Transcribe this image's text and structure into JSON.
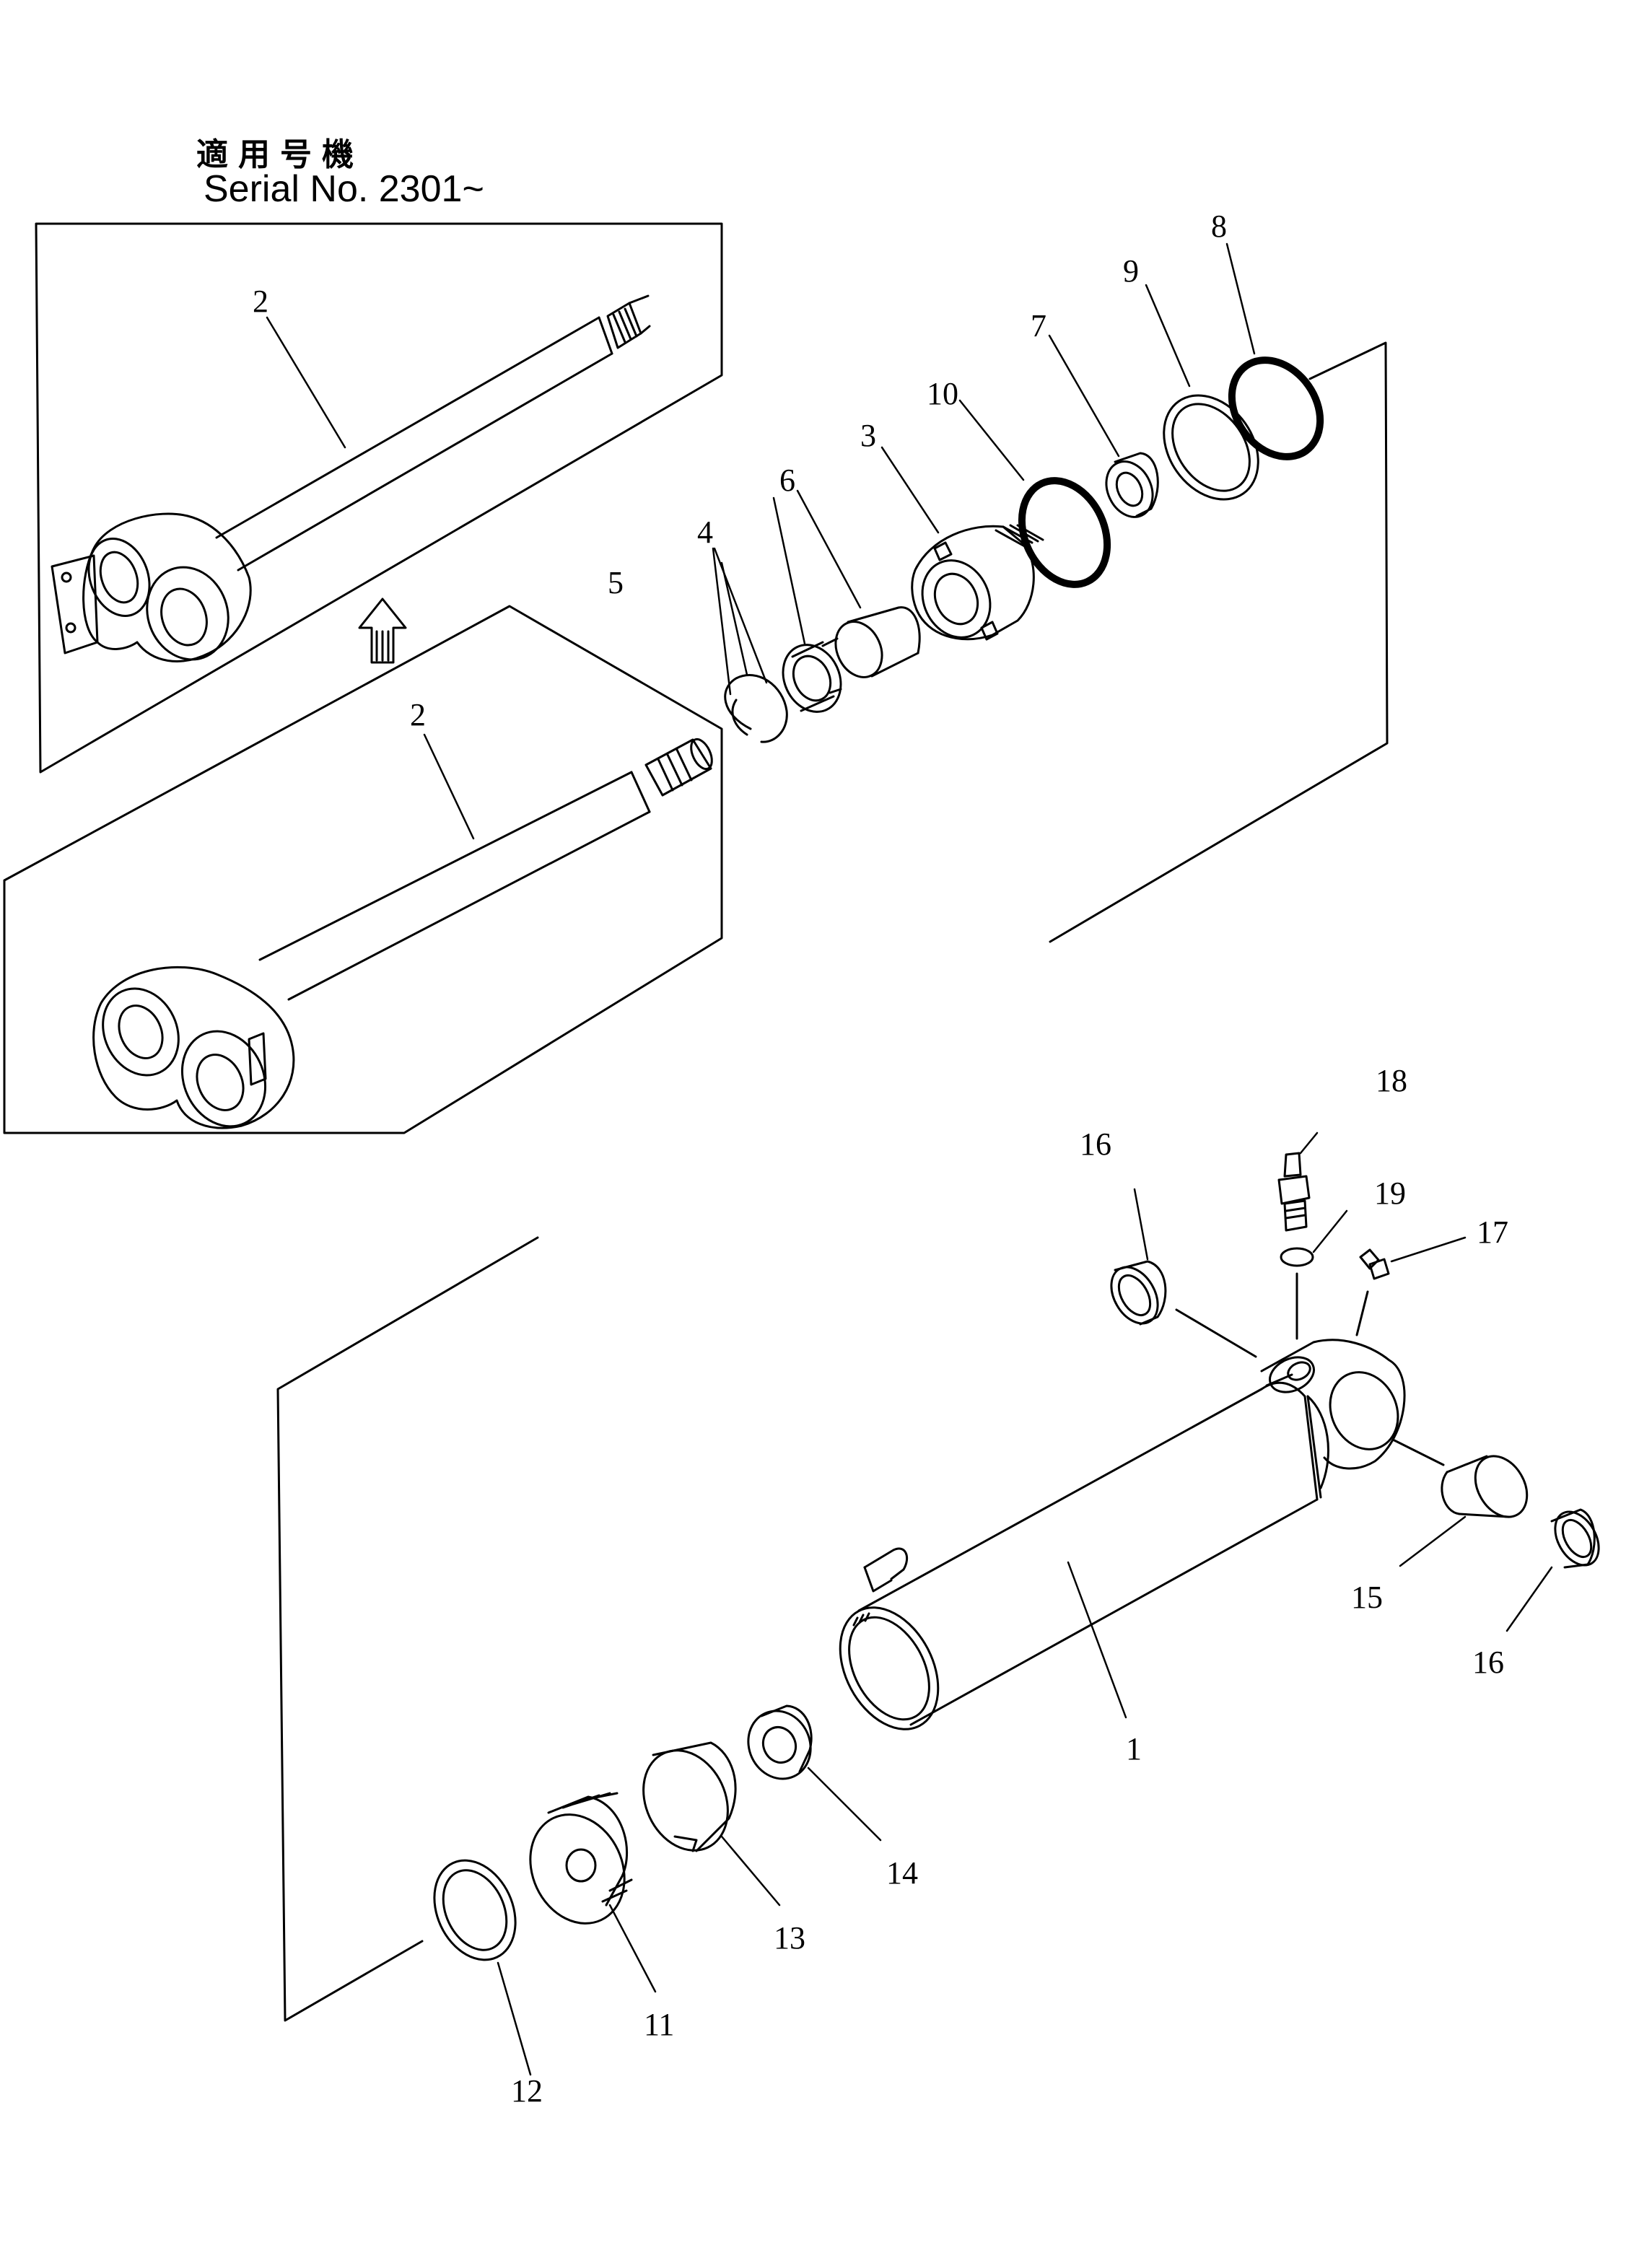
{
  "header": {
    "applicable_model_label": "適用号機",
    "serial_range": "Serial No. 2301~"
  },
  "callouts": {
    "c1": "1",
    "c2a": "2",
    "c2b": "2",
    "c3": "3",
    "c4": "4",
    "c5": "5",
    "c6": "6",
    "c7": "7",
    "c8": "8",
    "c9": "9",
    "c10": "10",
    "c11": "11",
    "c12": "12",
    "c13": "13",
    "c14": "14",
    "c15": "15",
    "c16a": "16",
    "c16b": "16",
    "c17": "17",
    "c18": "18",
    "c19": "19"
  },
  "colors": {
    "line": "#000000",
    "background": "#ffffff"
  }
}
